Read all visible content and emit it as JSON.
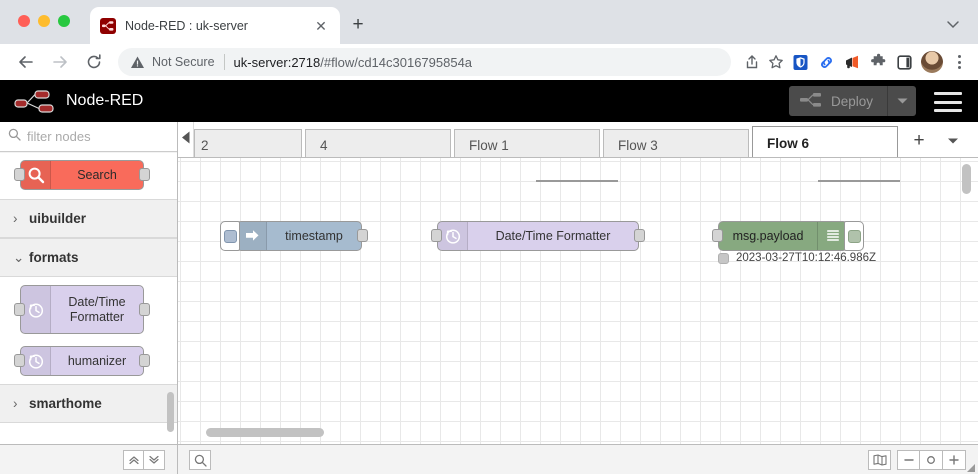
{
  "browser": {
    "tab_title": "Node-RED : uk-server",
    "favicon_name": "node-red-favicon",
    "close_label": "✕",
    "newtab_label": "+",
    "security_label": "Not Secure",
    "url_host": "uk-server:2718",
    "url_path": "/#flow/cd14c3016795854a",
    "url_full": "uk-server:2718/#flow/cd14c3016795854a",
    "actions": [
      "share-icon",
      "bookmark-star-icon"
    ],
    "extensions": [
      "shield-extension-icon",
      "link-extension-icon",
      "megaphone-extension-icon",
      "puzzle-extensions-icon",
      "sidepanel-icon"
    ],
    "profile": "avatar",
    "menu": "kebab-menu-icon"
  },
  "header": {
    "brand": "Node-RED",
    "deploy_label": "Deploy",
    "deploy_disabled": true,
    "deploy_bg": "#4b4b4b",
    "deploy_text_color": "#999999",
    "menu_icon": "hamburger-icon"
  },
  "palette": {
    "filter_placeholder": "filter nodes",
    "filter_value": "",
    "top_node": {
      "label": "Search",
      "color": "#f96b5b",
      "icon": "magnifier-icon"
    },
    "categories": [
      {
        "name": "uibuilder",
        "expanded": false,
        "chevron": "›",
        "nodes": []
      },
      {
        "name": "formats",
        "expanded": true,
        "chevron": "⌄",
        "nodes": [
          {
            "label": "Date/Time Formatter",
            "color": "#d9d0ec",
            "icon": "clock-icon"
          },
          {
            "label": "humanizer",
            "color": "#d9d0ec",
            "icon": "clock-icon"
          }
        ]
      },
      {
        "name": "smarthome",
        "expanded": false,
        "chevron": "›",
        "nodes": []
      }
    ]
  },
  "tabbar": {
    "scroll_left_icon": "triangle-left-icon",
    "tabs": [
      {
        "label": "2",
        "active": false,
        "partial": true
      },
      {
        "label": "4",
        "active": false,
        "partial": false
      },
      {
        "label": "Flow 1",
        "active": false,
        "partial": false
      },
      {
        "label": "Flow 3",
        "active": false,
        "partial": false
      },
      {
        "label": "Flow 6",
        "active": true,
        "partial": false
      }
    ],
    "add_label": "+",
    "menu_icon": "chevron-down-icon"
  },
  "canvas": {
    "nodes": [
      {
        "id": "inject",
        "label": "timestamp",
        "type": "inject",
        "color": "#a6bbcf",
        "icon": "arrow-right-icon",
        "has_inject_button": true
      },
      {
        "id": "datetime",
        "label": "Date/Time Formatter",
        "type": "function",
        "color": "#d9d0ec",
        "icon": "clock-icon",
        "has_inject_button": false
      },
      {
        "id": "debug",
        "label": "msg.payload",
        "type": "debug",
        "color": "#87a980",
        "icon": "debug-lines-icon",
        "has_debug_button": true,
        "status_text": "2023-03-27T10:12:46.986Z",
        "status_color": "#c6c6c6"
      }
    ]
  },
  "statusbar": {
    "left_buttons": [
      {
        "name": "expand-all-button",
        "glyph": "»"
      },
      {
        "name": "collapse-all-button",
        "glyph": "»"
      }
    ],
    "search_button": "search-icon",
    "right_buttons": [
      {
        "name": "navigator-button",
        "glyph": "navigator-map-icon"
      },
      {
        "name": "zoom-out-button",
        "glyph": "−"
      },
      {
        "name": "zoom-reset-button",
        "glyph": "○"
      },
      {
        "name": "zoom-in-button",
        "glyph": "+"
      }
    ]
  }
}
